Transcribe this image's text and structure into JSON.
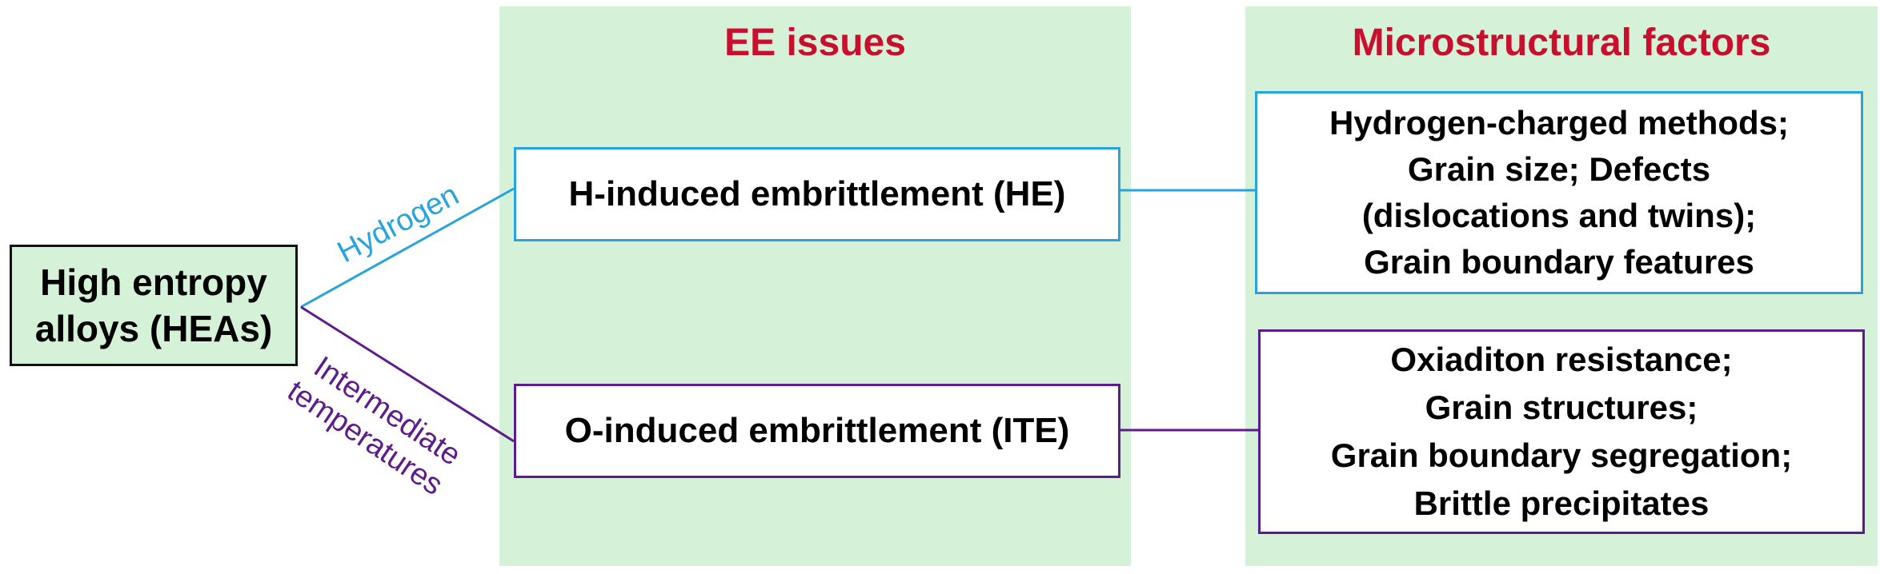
{
  "colors": {
    "panel_bg": "#d5f2d9",
    "title": "#c8102e",
    "hydrogen": "#29a3dc",
    "oxygen": "#5e1b8a"
  },
  "panels": {
    "ee_title": "EE issues",
    "micro_title": "Microstructural factors"
  },
  "hea": {
    "line1": "High entropy",
    "line2": "alloys (HEAs)"
  },
  "branch_labels": {
    "hydrogen": "Hydrogen",
    "intermediate": "Intermediate",
    "temperatures": "temperatures"
  },
  "issues": {
    "he": "H-induced embrittlement (HE)",
    "ite": "O-induced embrittlement (ITE)"
  },
  "factors": {
    "he": [
      "Hydrogen-charged methods;",
      "Grain size; Defects",
      "(dislocations and twins);",
      "Grain boundary features"
    ],
    "ite": [
      "Oxiaditon resistance;",
      "Grain structures;",
      "Grain boundary segregation;",
      "Brittle precipitates"
    ]
  }
}
